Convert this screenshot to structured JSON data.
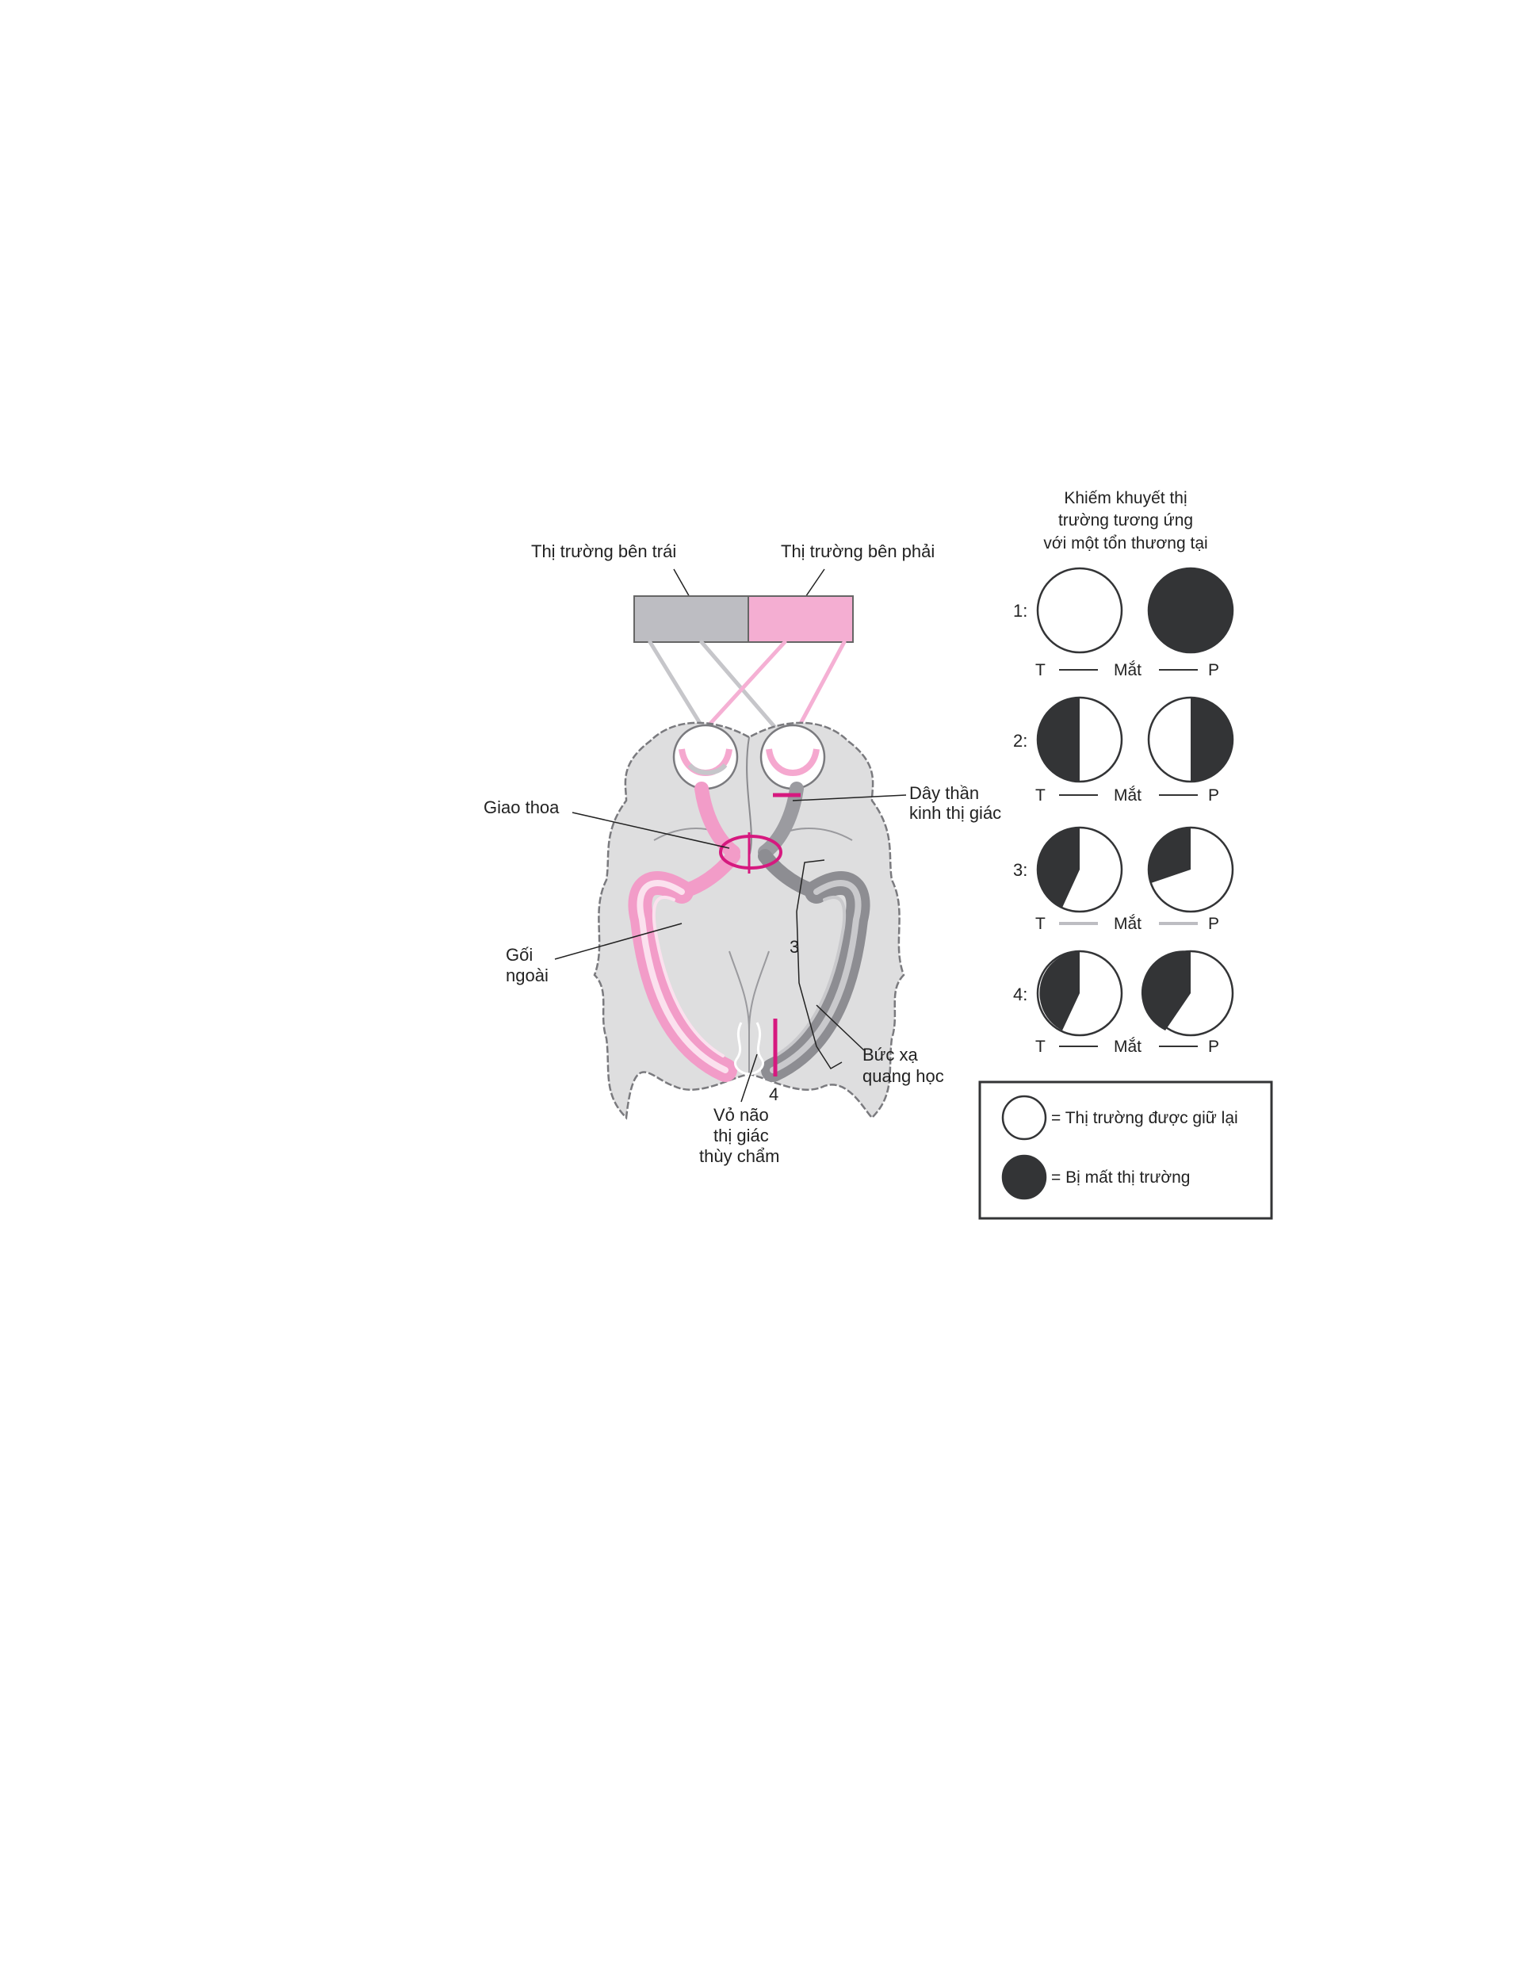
{
  "labels": {
    "left_field": "Thị trường bên trái",
    "right_field": "Thị trường bên phải",
    "chiasm": "Giao thoa",
    "optic_nerve_l1": "Dây thần",
    "optic_nerve_l2": "kinh thị giác",
    "lgn_l1": "Gối",
    "lgn_l2": "ngoài",
    "radiation_l1": "Bức xạ",
    "radiation_l2": "quang học",
    "cortex_l1": "Vỏ não",
    "cortex_l2": "thị giác",
    "cortex_l3": "thùy chẩm",
    "lesion_3": "3",
    "lesion_4": "4"
  },
  "panel": {
    "title_l1": "Khiếm khuyết thị",
    "title_l2": "trường tương ứng",
    "title_l3": "với một tổn thương tại",
    "rows": [
      {
        "label": "1:",
        "left": "T",
        "mid": "Mắt",
        "right": "P"
      },
      {
        "label": "2:",
        "left": "T",
        "mid": "Mắt",
        "right": "P"
      },
      {
        "label": "3:",
        "left": "T",
        "mid": "Mắt",
        "right": "P"
      },
      {
        "label": "4:",
        "left": "T",
        "mid": "Mắt",
        "right": "P"
      }
    ]
  },
  "legend": {
    "preserved": "= Thị trường được giữ lại",
    "lost": "= Bị mất thị trường"
  },
  "colors": {
    "pink": "#f29cc8",
    "pink_light": "#f8c8e0",
    "magenta": "#d6197f",
    "gray": "#bdbdc2",
    "dark_gray": "#8d8d92",
    "dark": "#333436",
    "brain": "#dededf"
  }
}
